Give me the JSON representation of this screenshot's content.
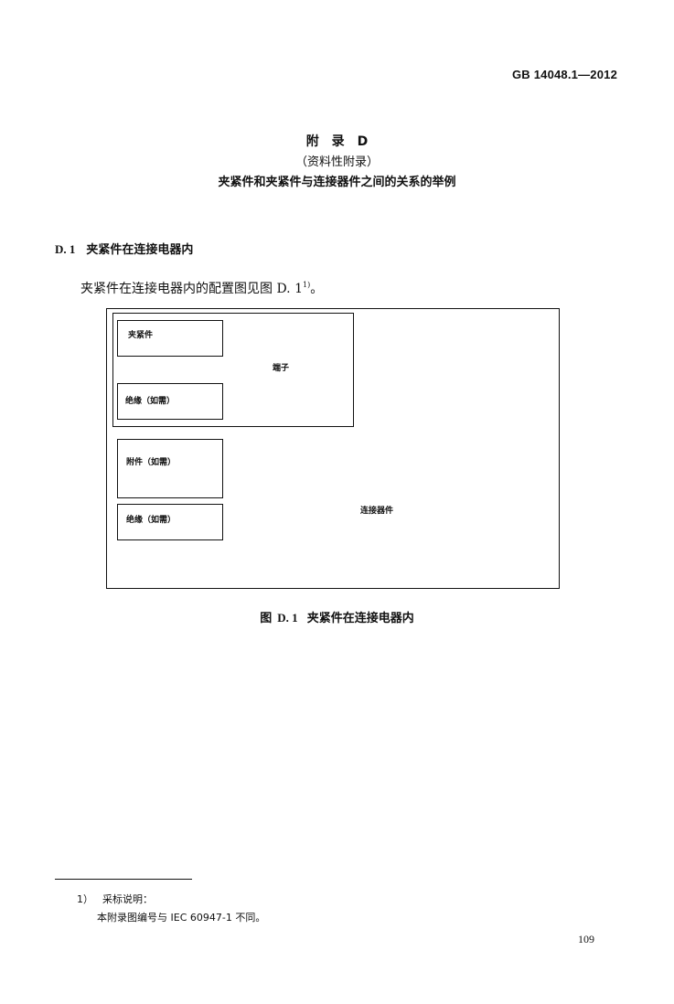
{
  "header": {
    "standard_number": "GB 14048.1—2012"
  },
  "annex": {
    "title": "附　录　D",
    "type": "（资料性附录）",
    "heading": "夹紧件和夹紧件与连接器件之间的关系的举例"
  },
  "section": {
    "number": "D. 1",
    "title": "夹紧件在连接电器内",
    "paragraph_text": "夹紧件在连接电器内的配置图见图 D. 1",
    "paragraph_note_ref": "1)",
    "paragraph_end": "。"
  },
  "figure": {
    "labels": {
      "clamp": "夹紧件",
      "terminal": "端子",
      "insulation_1": "绝缘（如需）",
      "accessory": "附件（如需）",
      "insulation_2": "绝缘（如需）",
      "connecting_device": "连接器件"
    },
    "caption_prefix": "图",
    "caption_number": "D. 1",
    "caption_text": "夹紧件在连接电器内"
  },
  "footnote": {
    "number": "1）",
    "title": "采标说明：",
    "text": "本附录图编号与 IEC 60947-1 不同。"
  },
  "page_number": "109"
}
